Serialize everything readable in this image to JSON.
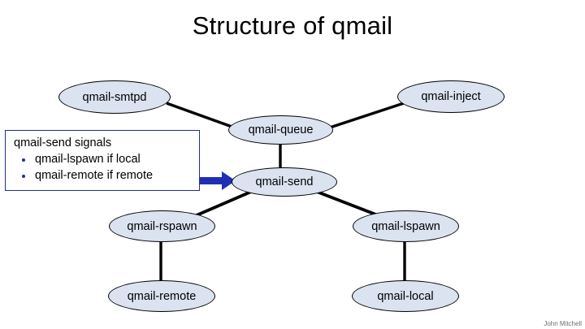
{
  "slide": {
    "title": "Structure of qmail",
    "credit": "John Mitchell",
    "colors": {
      "node_fill": "#dbe3f1",
      "node_stroke": "#000000",
      "edge": "#000000",
      "arrow": "#1f2fb4",
      "callout_border": "#1f2f8f",
      "bullet": "#1f2f8f",
      "background": "#ffffff",
      "credit_text": "#6d6d6d"
    }
  },
  "nodes": [
    {
      "id": "qmail-smtpd",
      "label": "qmail-smtpd"
    },
    {
      "id": "qmail-inject",
      "label": "qmail-inject"
    },
    {
      "id": "qmail-queue",
      "label": "qmail-queue"
    },
    {
      "id": "qmail-send",
      "label": "qmail-send"
    },
    {
      "id": "qmail-rspawn",
      "label": "qmail-rspawn"
    },
    {
      "id": "qmail-lspawn",
      "label": "qmail-lspawn"
    },
    {
      "id": "qmail-remote",
      "label": "qmail-remote"
    },
    {
      "id": "qmail-local",
      "label": "qmail-local"
    }
  ],
  "edges": [
    {
      "from": "qmail-smtpd",
      "to": "qmail-queue"
    },
    {
      "from": "qmail-inject",
      "to": "qmail-queue"
    },
    {
      "from": "qmail-queue",
      "to": "qmail-send"
    },
    {
      "from": "qmail-send",
      "to": "qmail-rspawn"
    },
    {
      "from": "qmail-send",
      "to": "qmail-lspawn"
    },
    {
      "from": "qmail-rspawn",
      "to": "qmail-remote"
    },
    {
      "from": "qmail-lspawn",
      "to": "qmail-local"
    }
  ],
  "callout": {
    "heading": "qmail-send signals",
    "bullets": [
      "qmail-lspawn if local",
      "qmail-remote if remote"
    ],
    "points_to": "qmail-send"
  }
}
